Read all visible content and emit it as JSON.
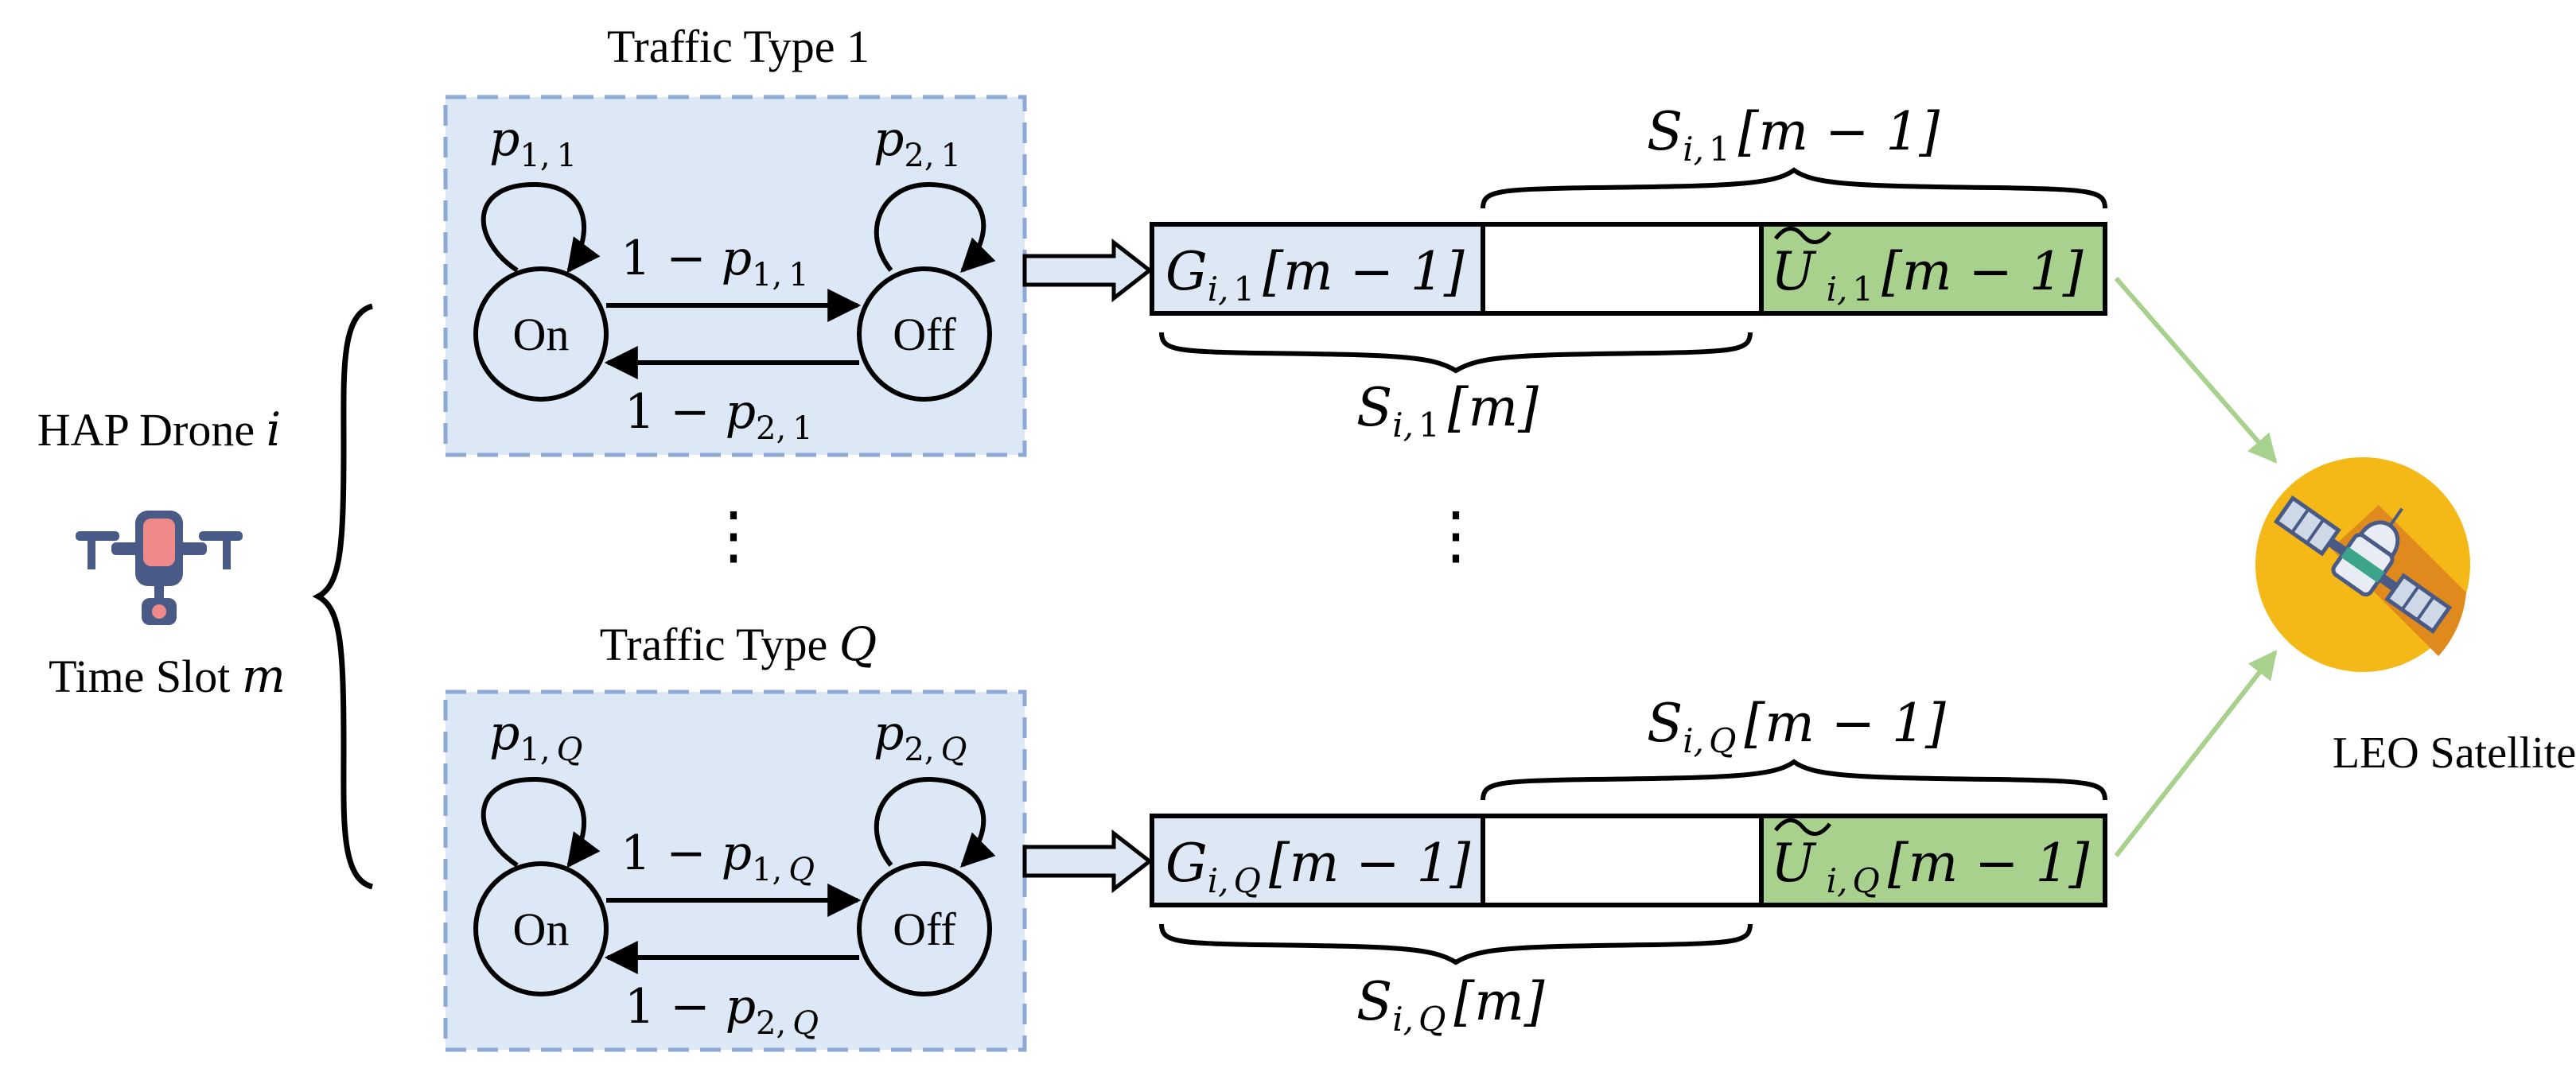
{
  "drone": {
    "label_prefix": "HAP Drone ",
    "label_var": "i",
    "slot_prefix": "Time Slot ",
    "slot_var": "m"
  },
  "satellite": {
    "label": "LEO Satellite"
  },
  "states": {
    "on": "On",
    "off": "Off"
  },
  "ellipsis": "⋮",
  "traffic_types": [
    {
      "title_prefix": "Traffic Type ",
      "title_index": "1",
      "sub": "1",
      "p_on": "1",
      "p_off": "2",
      "one_minus": "1 − ",
      "g_label": "G",
      "u_label": "U",
      "s_label": "S",
      "sub_prefix": "i,",
      "arg_prev": "[m − 1]",
      "arg_cur": "[m]"
    },
    {
      "title_prefix": "Traffic Type ",
      "title_index": "Q",
      "sub": "Q",
      "p_on": "1",
      "p_off": "2",
      "one_minus": "1 − ",
      "g_label": "G",
      "u_label": "U",
      "s_label": "S",
      "sub_prefix": "i,",
      "arg_prev": "[m − 1]",
      "arg_cur": "[m]"
    }
  ],
  "colors": {
    "box_fill": "#dce8f5",
    "box_border": "#8fa9d6",
    "queue_g": "#dde8f4",
    "queue_u": "#a9d18e",
    "link": "#a9d18e",
    "sat_bg": "#f5b917",
    "sat_shadow": "#e08a1e"
  }
}
